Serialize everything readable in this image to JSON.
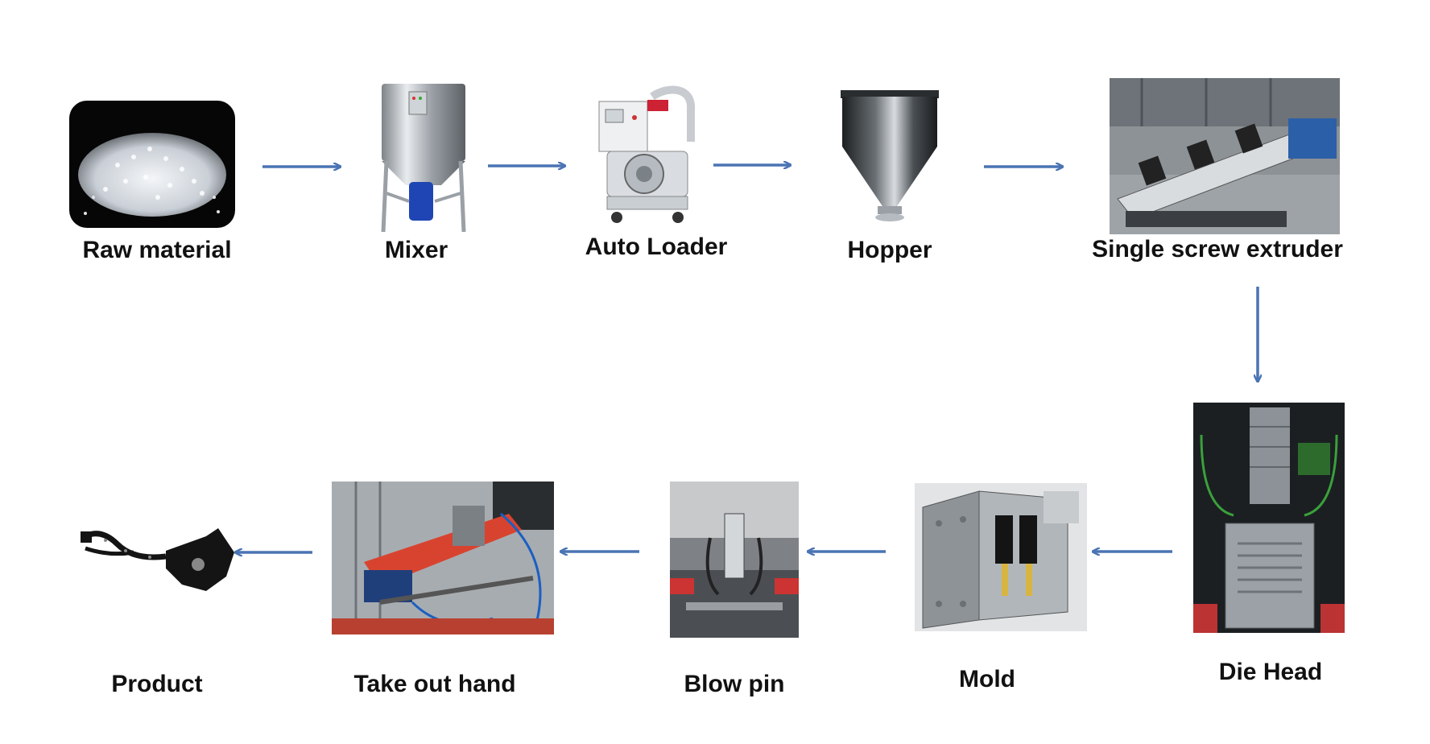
{
  "colors": {
    "arrow": "#4a74b4",
    "text": "#111111",
    "background": "#ffffff"
  },
  "nodes": [
    {
      "id": "raw-material",
      "label": "Raw material",
      "icon": "granules-photo"
    },
    {
      "id": "mixer",
      "label": "Mixer",
      "icon": "mixer-photo"
    },
    {
      "id": "auto-loader",
      "label": "Auto Loader",
      "icon": "auto-loader-photo"
    },
    {
      "id": "hopper",
      "label": "Hopper",
      "icon": "hopper-photo"
    },
    {
      "id": "single-screw-extruder",
      "label": "Single screw extruder",
      "icon": "extruder-photo"
    },
    {
      "id": "die-head",
      "label": "Die Head",
      "icon": "die-head-photo"
    },
    {
      "id": "mold",
      "label": "Mold",
      "icon": "mold-photo"
    },
    {
      "id": "blow-pin",
      "label": "Blow pin",
      "icon": "blow-pin-photo"
    },
    {
      "id": "take-out-hand",
      "label": "Take out hand",
      "icon": "take-out-hand-photo"
    },
    {
      "id": "product",
      "label": "Product",
      "icon": "product-photo"
    }
  ],
  "edges": [
    {
      "from": "raw-material",
      "to": "mixer"
    },
    {
      "from": "mixer",
      "to": "auto-loader"
    },
    {
      "from": "auto-loader",
      "to": "hopper"
    },
    {
      "from": "hopper",
      "to": "single-screw-extruder"
    },
    {
      "from": "single-screw-extruder",
      "to": "die-head"
    },
    {
      "from": "die-head",
      "to": "mold"
    },
    {
      "from": "mold",
      "to": "blow-pin"
    },
    {
      "from": "blow-pin",
      "to": "take-out-hand"
    },
    {
      "from": "take-out-hand",
      "to": "product"
    }
  ]
}
